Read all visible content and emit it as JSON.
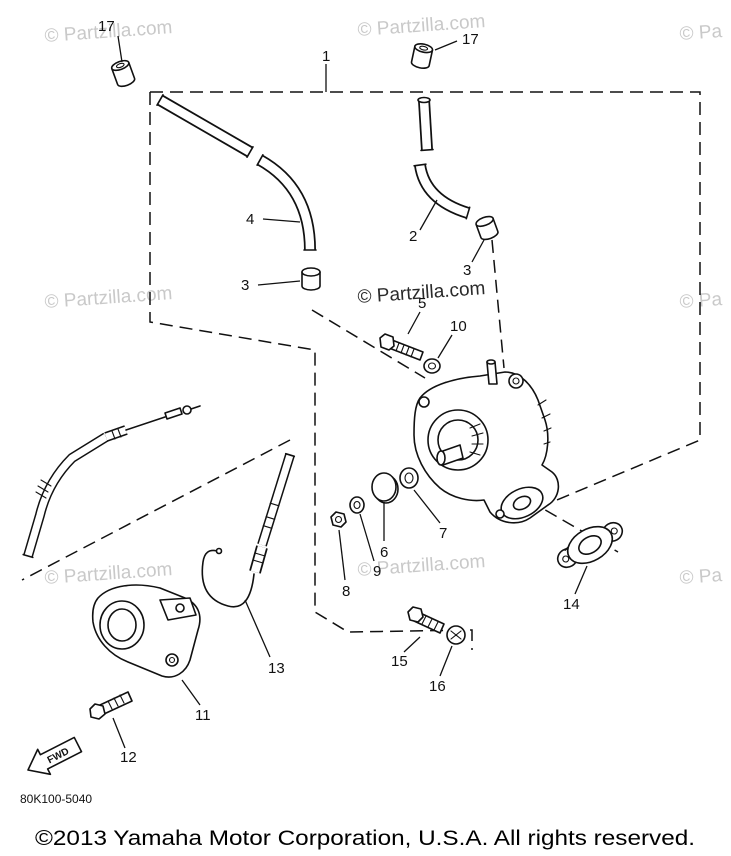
{
  "colors": {
    "line": "#111111",
    "watermark": "#c9c9c9",
    "watermark_center": "#2a2a2a",
    "background": "#ffffff"
  },
  "watermarks": [
    {
      "text": "© Partzilla.com"
    },
    {
      "text": "© Partzilla.com"
    },
    {
      "text": "© Pa"
    },
    {
      "text": "© Partzilla.com"
    },
    {
      "text": "© Partzilla.com"
    },
    {
      "text": "© Pa"
    },
    {
      "text": "© Partzilla.com"
    },
    {
      "text": "© Partzilla.com"
    },
    {
      "text": "© Pa"
    }
  ],
  "callouts": [
    {
      "label": "17"
    },
    {
      "label": "17"
    },
    {
      "label": "1"
    },
    {
      "label": "4"
    },
    {
      "label": "2"
    },
    {
      "label": "3"
    },
    {
      "label": "3"
    },
    {
      "label": "5"
    },
    {
      "label": "10"
    },
    {
      "label": "6"
    },
    {
      "label": "7"
    },
    {
      "label": "8"
    },
    {
      "label": "9"
    },
    {
      "label": "14"
    },
    {
      "label": "13"
    },
    {
      "label": "11"
    },
    {
      "label": "12"
    },
    {
      "label": "15"
    },
    {
      "label": "16"
    }
  ],
  "drawing_code": "80K100-5040",
  "fwd_label": "FWD",
  "copyright": "©2013 Yamaha Motor Corporation, U.S.A. All rights reserved."
}
